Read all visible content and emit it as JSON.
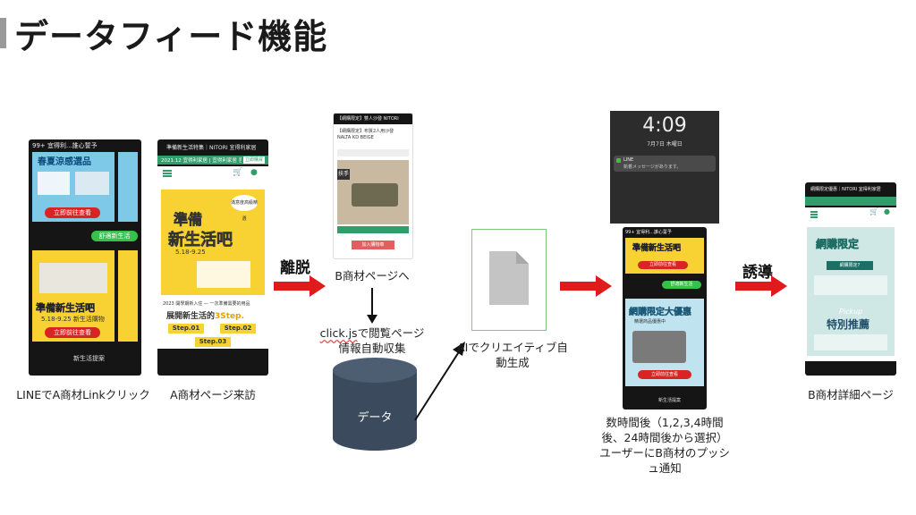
{
  "title": "データフィード機能",
  "labels": {
    "step_line": "LINEでA商材Linkクリック",
    "step_visit": "A商材ページ来訪",
    "step_b_page": "B商材ページへ",
    "step_clickjs_a": "click.js",
    "step_clickjs_b": "で閲覧ページ",
    "step_clickjs_c": "情報自動収集",
    "step_data": "データ",
    "step_ai": "AIでクリエイティブ自動生成",
    "step_push": "数時間後（1,2,3,4時間後、24時間後から選択）ユーザーにB商材のプッシュ通知",
    "step_detail": "B商材詳細ページ",
    "arrow_leave": "離脱",
    "arrow_guide": "誘導"
  },
  "screens": {
    "line_chat": {
      "header": "99+  宜得利...誰心誓予",
      "banner_top": "春夏涼感選品",
      "cta": "立即前往查看",
      "chip": "舒適新生活",
      "banner_mid": "準備新生活吧",
      "sub": "5.18-9.25 新生活購物",
      "footer": "新生活提案"
    },
    "a_page": {
      "header": "準備新生活特集｜NITORI 宜得利家居",
      "url": "2021.12 宜得利家居 | 宜得利家居 官方商店",
      "btn": "立即購買",
      "badge": "滿意度高級精選",
      "headline_1": "準備",
      "headline_2": "新生活吧",
      "date": "5.18-9.25",
      "strip": "2023 開學期新入住 — 一次準備需要的用品",
      "sub": "展開新生活的",
      "sub_hl": "3Step.",
      "step1": "Step.01",
      "step2": "Step.02",
      "step3": "Step.03"
    },
    "b_page": {
      "header": "【網購限定】雙人沙發 NITORI",
      "name_1": "【網購限定】布質2人用沙發",
      "name_2": "NALTA KD BEIGE",
      "tag": "扶手",
      "btn": "加入購物車"
    },
    "lock": {
      "time": "4:09",
      "date": "7月7日 木曜日",
      "app": "LINE",
      "msg": "新着メッセージがあります。"
    },
    "push": {
      "header": "99+  宜得利...誰心誓予",
      "banner_1": "準備新生活吧",
      "cta": "立即前往查看",
      "chip": "舒適新生活",
      "banner_2a": "網購限定",
      "banner_2b": "大優惠",
      "banner_2c": "精選商品優惠中",
      "footer": "新生活提案"
    },
    "detail": {
      "header": "網購限定優惠｜NITORI 宜得利家居",
      "headline": "網購限定",
      "box": "網購限定?",
      "pickup": "Pickup",
      "special": "特別推薦"
    }
  },
  "colors": {
    "arrow_red": "#e01b1b",
    "ai_border": "#7fc77f",
    "cylinder": "#3b4a5c",
    "nitori_green": "#2f9e6a",
    "yellow": "#f7d232",
    "teal": "#cfe8e6"
  }
}
